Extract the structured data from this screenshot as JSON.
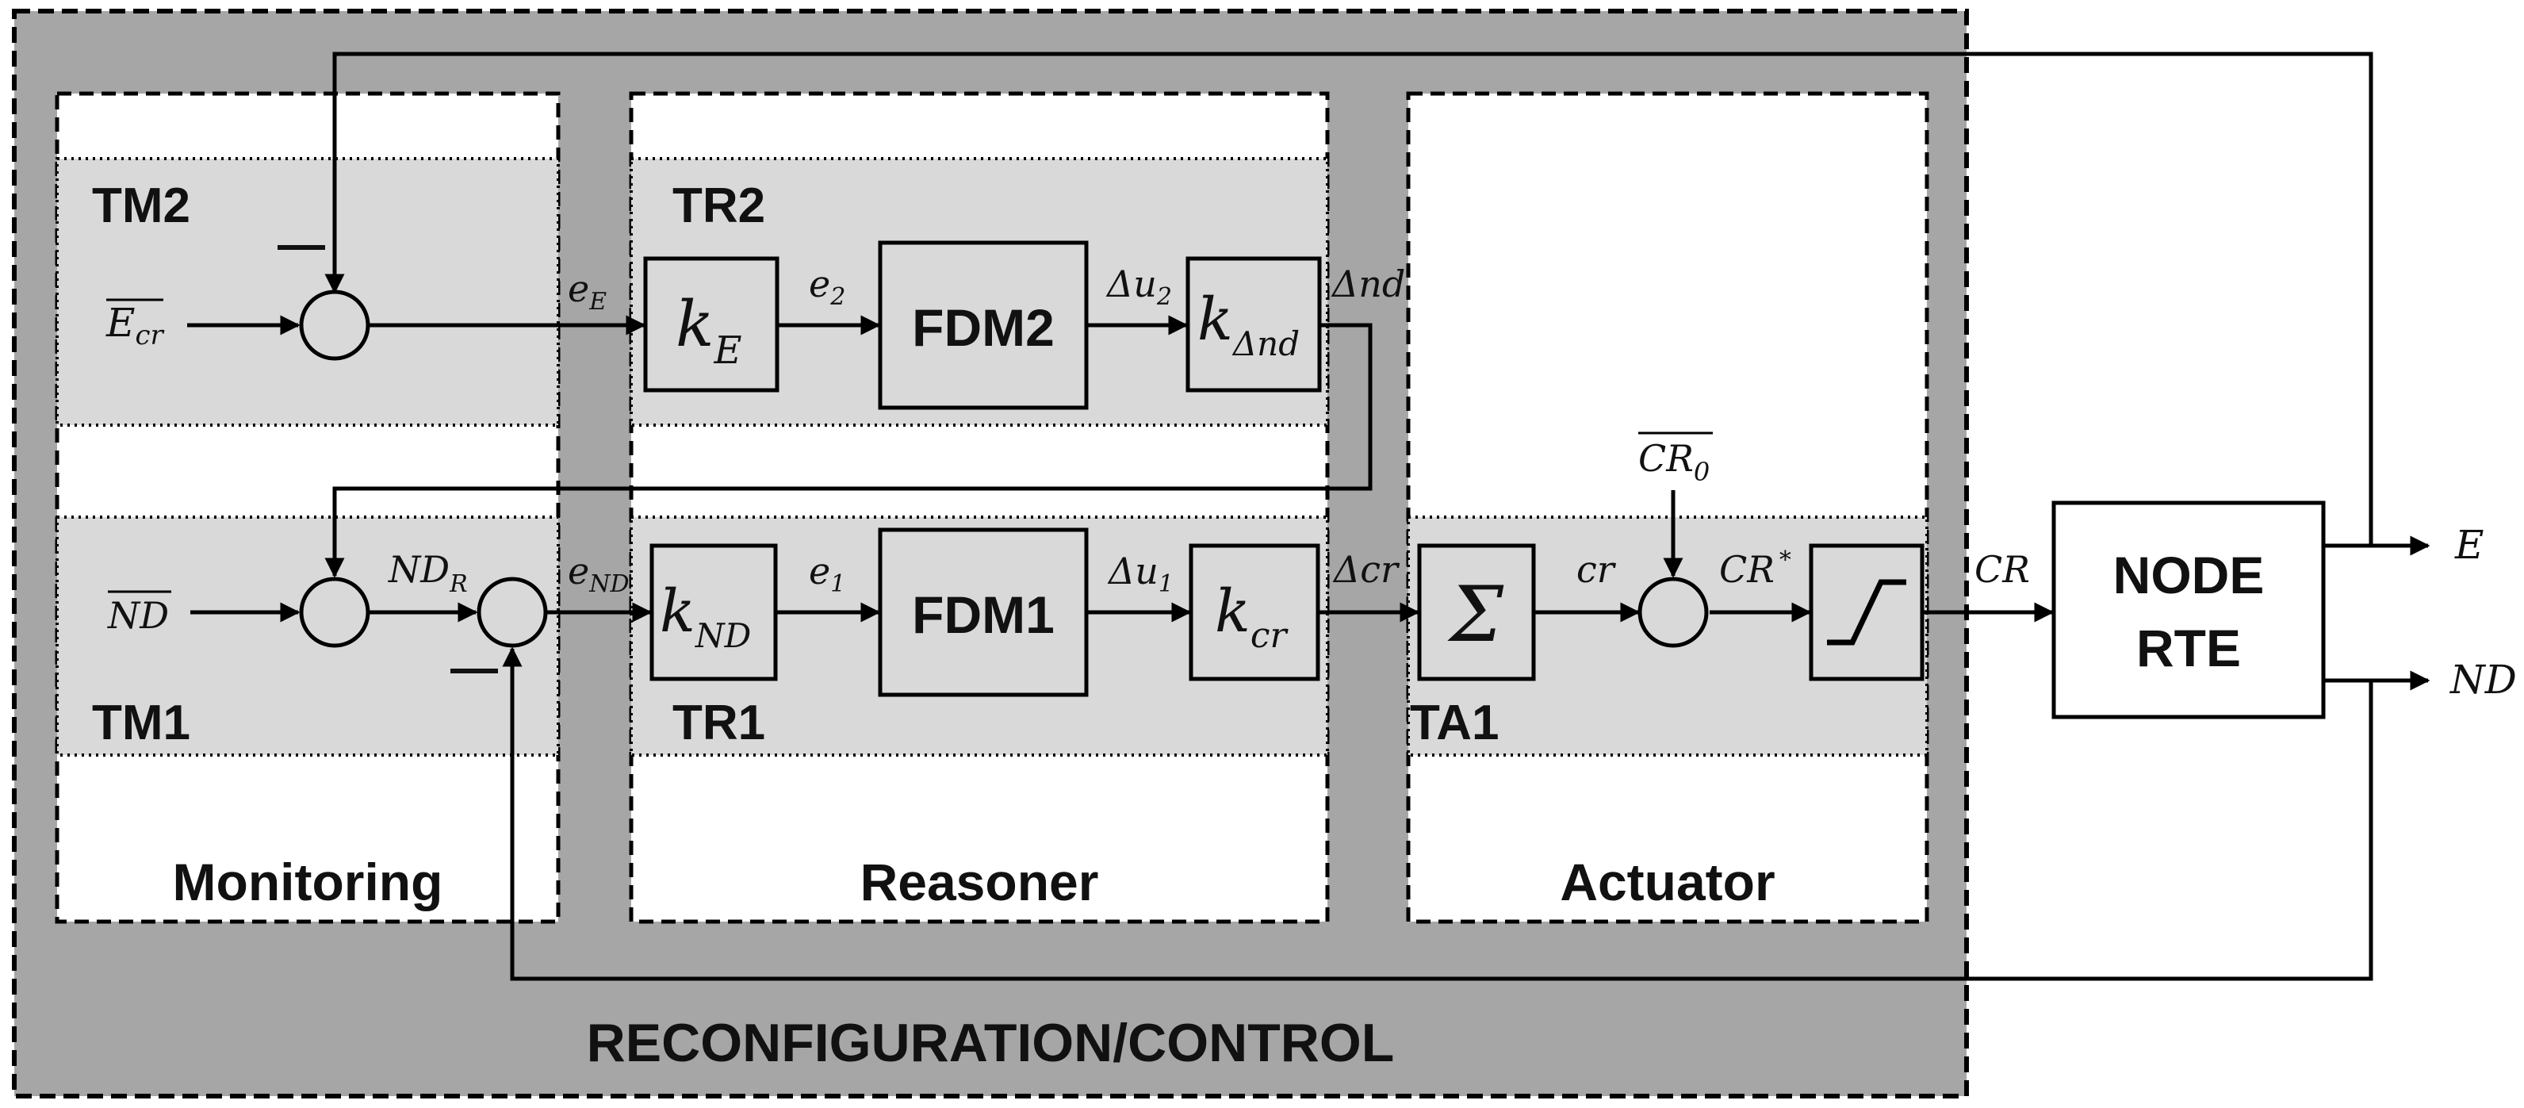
{
  "outer_label": "RECONFIGURATION/CONTROL",
  "sections": {
    "monitoring": "Monitoring",
    "reasoner": "Reasoner",
    "actuator": "Actuator"
  },
  "tasks": {
    "tm2": "TM2",
    "tm1": "TM1",
    "tr2": "TR2",
    "tr1": "TR1",
    "ta1": "TA1"
  },
  "blocks": {
    "fdm2": "FDM2",
    "fdm1": "FDM1",
    "node_line1": "NODE",
    "node_line2": "RTE",
    "sigma": "Σ"
  },
  "gains": {
    "kE_main": "k",
    "kE_sub": "E",
    "kdnd_main": "k",
    "kdnd_sub": "Δnd",
    "knd_main": "k",
    "knd_sub": "ND",
    "kcr_main": "k",
    "kcr_sub": "cr"
  },
  "signals": {
    "E_cr": "E",
    "E_cr_sub": "cr",
    "ND_ref": "ND",
    "minus1": "—",
    "minus2": "—",
    "eE": "e",
    "eE_sub": "E",
    "e2": "e",
    "e2_sub": "2",
    "du2": "Δu",
    "du2_sub": "2",
    "dnd": "Δnd",
    "NDR": "ND",
    "NDR_sub": "R",
    "eND": "e",
    "eND_sub": "ND",
    "e1": "e",
    "e1_sub": "1",
    "du1": "Δu",
    "du1_sub": "1",
    "dcr": "Δcr",
    "cr": "cr",
    "CR0": "CR",
    "CR0_sub": "0",
    "CRstar": "CR",
    "CRstar_sup": "*",
    "CR": "CR",
    "E_out": "E",
    "ND_out": "ND"
  },
  "colors": {
    "outer_fill": "#a6a6a6",
    "section_fill": "#ffffff",
    "task_fill": "#d9d9d9",
    "line": "#000000"
  }
}
